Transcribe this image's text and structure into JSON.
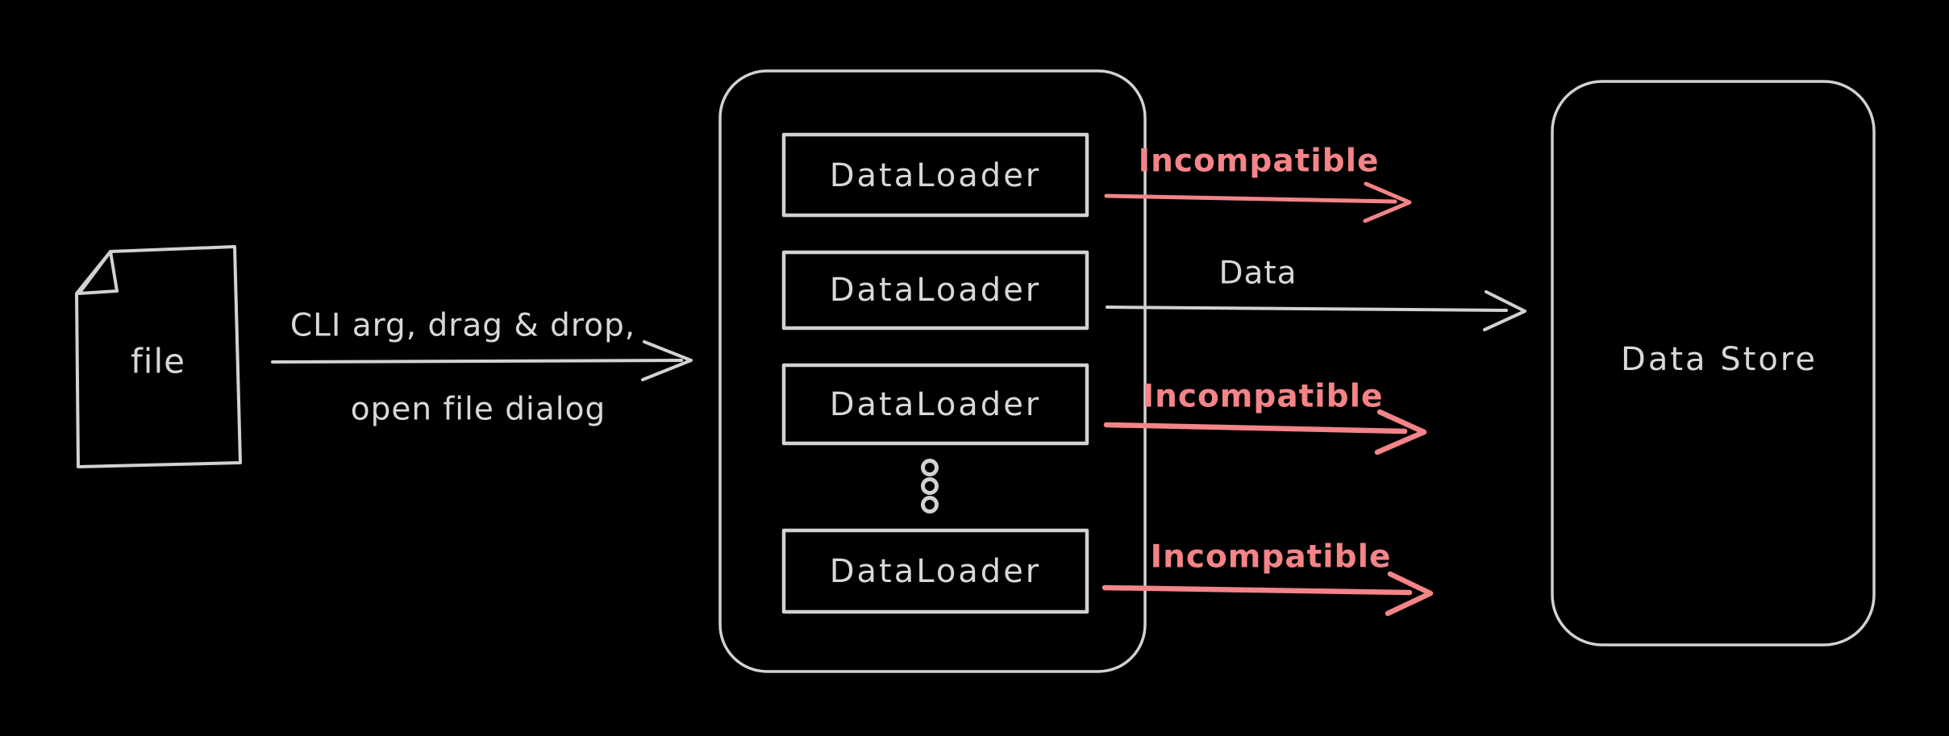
{
  "diagram": {
    "title": "file loading pipeline diagram",
    "colors": {
      "background": "#000000",
      "stroke": "#d2d2d2",
      "text": "#d8d8d8",
      "incompatible": "#f48487"
    },
    "file_node": {
      "label": "file"
    },
    "ingest_arrow": {
      "line1": "CLI arg, drag & drop,",
      "line2": "open file dialog"
    },
    "loader_container": {
      "loaders": [
        {
          "label": "DataLoader"
        },
        {
          "label": "DataLoader"
        },
        {
          "label": "DataLoader"
        },
        {
          "label": "DataLoader"
        }
      ],
      "ellipsis_icon": "vertical-dots"
    },
    "outputs": [
      {
        "label": "Incompatible",
        "status": "incompatible",
        "color": "#f48487"
      },
      {
        "label": "Data",
        "status": "data",
        "color": "#d8d8d8"
      },
      {
        "label": "Incompatible",
        "status": "incompatible",
        "color": "#f48487"
      },
      {
        "label": "Incompatible",
        "status": "incompatible",
        "color": "#f48487"
      }
    ],
    "data_store": {
      "label": "Data Store"
    }
  }
}
